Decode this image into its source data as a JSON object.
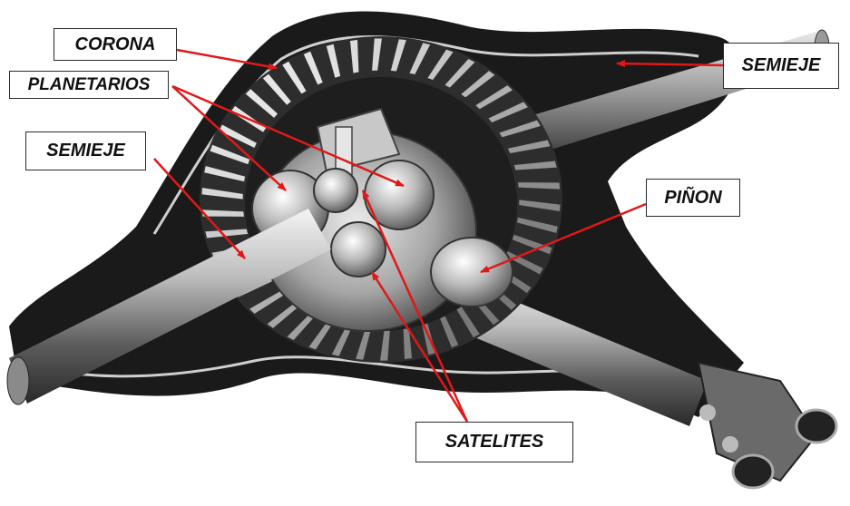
{
  "labels": {
    "corona": "CORONA",
    "planetarios": "PLANETARIOS",
    "semieje_left": "SEMIEJE",
    "semieje_right": "SEMIEJE",
    "pinon": "PIÑON",
    "satelites": "SATELITES"
  },
  "colors": {
    "arrow": "#e01818",
    "housing": "#1a1a1a",
    "metal_light": "#d8d8d8",
    "metal_dark": "#5a5a5a",
    "background": "#ffffff"
  }
}
